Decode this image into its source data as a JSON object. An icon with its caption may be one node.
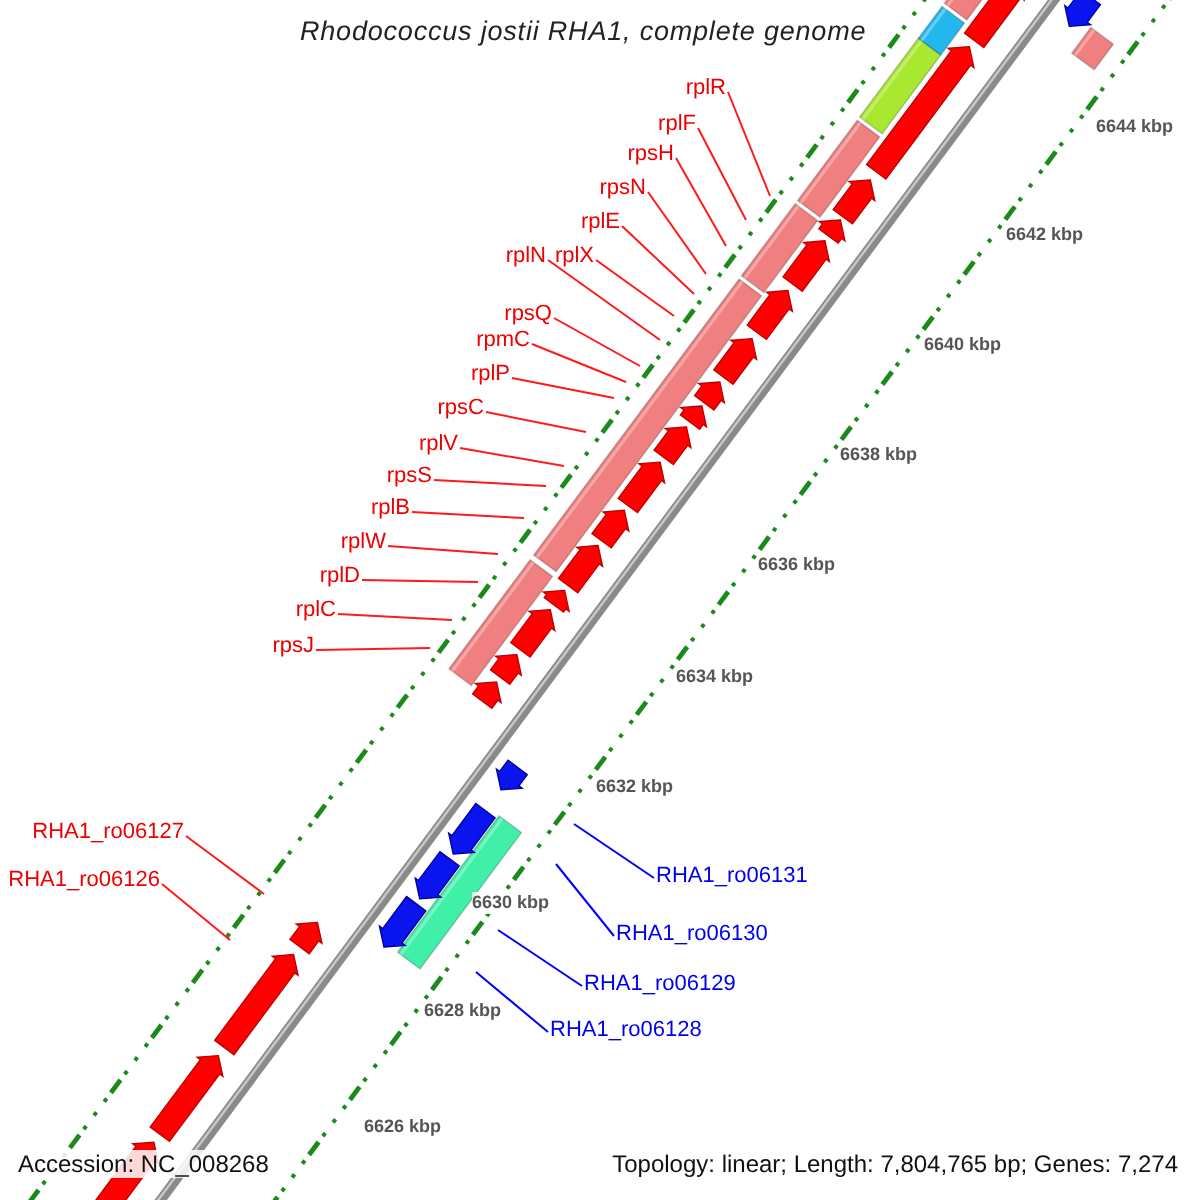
{
  "diagram": {
    "title": "Rhodococcus jostii RHA1, complete genome",
    "nodes": [
      {
        "text": [
          "rplR"
        ]
      },
      {
        "text": [
          "rplF"
        ]
      },
      {
        "text": [
          "rpsH"
        ]
      },
      {
        "text": [
          "rpsN"
        ]
      },
      {
        "text": [
          "rplE"
        ]
      },
      {
        "text": [
          "rplN"
        ]
      },
      {
        "text": [
          "rplX"
        ]
      },
      {
        "text": [
          "rpsQ"
        ]
      },
      {
        "text": [
          "rpmC"
        ]
      },
      {
        "text": [
          "rplP"
        ]
      },
      {
        "text": [
          "rpsC"
        ]
      },
      {
        "text": [
          "rplV"
        ]
      },
      {
        "text": [
          "rpsS"
        ]
      },
      {
        "text": [
          "rplB"
        ]
      },
      {
        "text": [
          "rplW"
        ]
      },
      {
        "text": [
          "rplD"
        ]
      },
      {
        "text": [
          "rplC"
        ]
      },
      {
        "text": [
          "rpsJ"
        ]
      },
      {
        "text": [
          "RHA1_ro06127"
        ]
      },
      {
        "text": [
          "RHA1_ro06126"
        ]
      },
      {
        "text": [
          "RHA1_ro06131"
        ]
      },
      {
        "text": [
          "RHA1_ro06130"
        ]
      },
      {
        "text": [
          "RHA1_ro06129"
        ]
      },
      {
        "text": [
          "RHA1_ro06128"
        ]
      }
    ],
    "edges": [
      {
        "from": 0,
        "to": null,
        "arrow": "none"
      },
      {
        "from": 1,
        "to": null,
        "arrow": "none"
      },
      {
        "from": 2,
        "to": null,
        "arrow": "none"
      },
      {
        "from": 3,
        "to": null,
        "arrow": "none"
      },
      {
        "from": 4,
        "to": null,
        "arrow": "none"
      },
      {
        "from": 5,
        "to": null,
        "arrow": "none"
      },
      {
        "from": 6,
        "to": null,
        "arrow": "none"
      },
      {
        "from": 7,
        "to": null,
        "arrow": "none"
      },
      {
        "from": 8,
        "to": null,
        "arrow": "none"
      },
      {
        "from": 9,
        "to": null,
        "arrow": "none"
      },
      {
        "from": 10,
        "to": null,
        "arrow": "none"
      },
      {
        "from": 11,
        "to": null,
        "arrow": "none"
      },
      {
        "from": 12,
        "to": null,
        "arrow": "none"
      },
      {
        "from": 13,
        "to": null,
        "arrow": "none"
      },
      {
        "from": 14,
        "to": null,
        "arrow": "none"
      },
      {
        "from": 15,
        "to": null,
        "arrow": "none"
      },
      {
        "from": 16,
        "to": null,
        "arrow": "none"
      },
      {
        "from": 17,
        "to": null,
        "arrow": "none"
      },
      {
        "from": 18,
        "to": null,
        "arrow": "none"
      },
      {
        "from": 19,
        "to": null,
        "arrow": "none"
      },
      {
        "from": 20,
        "to": null,
        "arrow": "none",
        "color": "#0000ff"
      },
      {
        "from": 21,
        "to": null,
        "arrow": "none",
        "color": "#0000ff"
      },
      {
        "from": 22,
        "to": null,
        "arrow": "none",
        "color": "#0000ff"
      },
      {
        "from": 23,
        "to": null,
        "arrow": "none",
        "color": "#0000ff"
      }
    ],
    "labels": [
      "6644 kbp",
      "6642 kbp",
      "6640 kbp",
      "6638 kbp",
      "6636 kbp",
      "6634 kbp",
      "6632 kbp",
      "6630 kbp",
      "6628 kbp",
      "6626 kbp",
      "Accession: NC_008268",
      "Topology: linear; Length: 7,804,765 bp; Genes: 7,274"
    ]
  }
}
